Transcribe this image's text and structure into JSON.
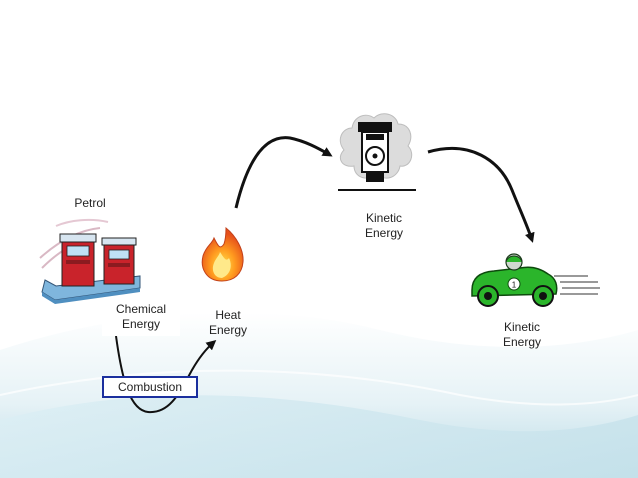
{
  "labels": {
    "petrol": "Petrol",
    "chemical_energy": "Chemical\nEnergy",
    "heat_energy": "Heat\nEnergy",
    "kinetic_energy_engine": "Kinetic\nEnergy",
    "kinetic_energy_car": "Kinetic\nEnergy",
    "combustion": "Combustion"
  },
  "colors": {
    "arrow": "#111111",
    "combustion_border": "#1b2f9e",
    "background_wave": "#cfe6ee",
    "car_green": "#2bb52b"
  },
  "icons": [
    "petrol-pump-icon",
    "flame-icon",
    "engine-icon",
    "race-car-icon"
  ]
}
